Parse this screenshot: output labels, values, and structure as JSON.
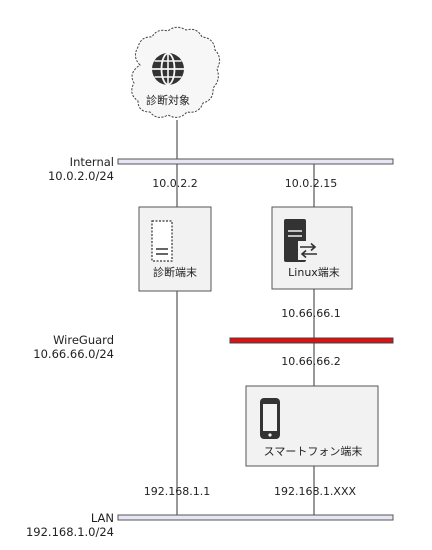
{
  "target": {
    "label": "診断対象",
    "icon": "globe-icon"
  },
  "networks": {
    "internal": {
      "name": "Internal",
      "cidr": "10.0.2.0/24",
      "color": "#e6e6f5"
    },
    "wireguard": {
      "name": "WireGuard",
      "cidr": "10.66.66.0/24",
      "color": "#dd1111"
    },
    "lan": {
      "name": "LAN",
      "cidr": "192.168.1.0/24",
      "color": "#e6e6f5"
    }
  },
  "nodes": {
    "diag": {
      "label": "診断端末",
      "icon": "server-outline-icon"
    },
    "linux": {
      "label": "Linux端末",
      "icon": "server-transfer-icon"
    },
    "phone": {
      "label": "スマートフォン端末",
      "icon": "smartphone-icon"
    }
  },
  "addresses": {
    "diag_internal": "10.0.2.2",
    "linux_internal": "10.0.2.15",
    "linux_wg": "10.66.66.1",
    "phone_wg": "10.66.66.2",
    "diag_lan": "192.168.1.1",
    "phone_lan": "192.168.1.XXX"
  }
}
